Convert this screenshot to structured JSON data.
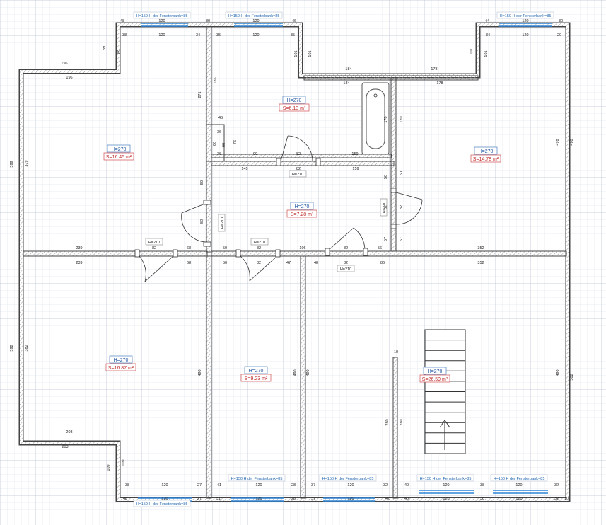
{
  "colors": {
    "grid_minor": "#e3e8ef",
    "grid_major": "#c9d1dc",
    "wall": "#444444",
    "wall_fill": "#ffffff",
    "dimension": "#222222",
    "height_tag_border": "#4a7fc0",
    "height_tag_text": "#2457a3",
    "area_tag_border": "#d05050",
    "area_tag_text": "#c02a2a",
    "window_text": "#1f64b0",
    "window_glass": "#2e86d8"
  },
  "rooms": [
    {
      "id": "room-upper-left",
      "height": "H=270",
      "area": "S=16.45 m²"
    },
    {
      "id": "room-upper-middle",
      "height": "H=270",
      "area": "S=6.13 m²"
    },
    {
      "id": "room-upper-right",
      "height": "H=270",
      "area": "S=14.78 m²"
    },
    {
      "id": "room-corridor",
      "height": "H=270",
      "area": "S=7.28 m²"
    },
    {
      "id": "room-lower-left",
      "height": "H=270",
      "area": "S=16.87 m²"
    },
    {
      "id": "room-lower-middle",
      "height": "H=270",
      "area": "S=9.23 m²"
    },
    {
      "id": "room-lower-right",
      "height": "H=270",
      "area": "S=26.59 m²"
    }
  ],
  "windows": [
    {
      "id": "window-top-1",
      "label": "H=150   H der Fensterbank=85"
    },
    {
      "id": "window-top-2",
      "label": "H=150   H der Fensterbank=85"
    },
    {
      "id": "window-top-3",
      "label": "H=150   H der Fensterbank=85"
    },
    {
      "id": "window-bottom-1",
      "label": "H=150   H der Fensterbank=85"
    },
    {
      "id": "window-bottom-2",
      "label": "H=150   H der Fensterbank=85"
    },
    {
      "id": "window-bottom-3",
      "label": "H=150   H der Fensterbank=85"
    },
    {
      "id": "window-bottom-4",
      "label": "H=150   H der Fensterbank=85"
    },
    {
      "id": "window-bottom-5",
      "label": "H=150   H der Fensterbank=85"
    }
  ],
  "door_tags": [
    {
      "id": "door-tag-1",
      "label": "H=210"
    },
    {
      "id": "door-tag-2",
      "label": "H=210"
    },
    {
      "id": "door-tag-3",
      "label": "H=210"
    },
    {
      "id": "door-tag-4",
      "label": "H=210"
    },
    {
      "id": "door-tag-5",
      "label": "H=210"
    },
    {
      "id": "door-tag-6",
      "label": "H=210"
    }
  ],
  "dimensions": {
    "t1": "48",
    "t2": "120",
    "t3": "80",
    "t4": "120",
    "t5": "46",
    "t6": "44",
    "t7": "120",
    "t8": "30",
    "t9": "38",
    "t10": "120",
    "t11": "34",
    "t12": "35",
    "t13": "120",
    "t14": "35",
    "t15": "34",
    "t16": "120",
    "t17": "20",
    "l1": "89",
    "l2": "89",
    "l3": "196",
    "l4": "196",
    "l5": "101",
    "l6": "101",
    "l7": "101",
    "l8": "101",
    "l9": "184",
    "l10": "178",
    "l11": "184",
    "l12": "178",
    "u1": "271",
    "u2": "185",
    "u3": "46",
    "u4": "76",
    "u5": "36",
    "u6": "66",
    "u7": "36",
    "u8": "99",
    "u9": "82",
    "u10": "159",
    "u11": "66",
    "u12": "399",
    "u13": "379",
    "u14": "470",
    "u15": "490",
    "u16": "170",
    "u17": "170",
    "c1": "145",
    "c2": "82",
    "c3": "159",
    "c4": "50",
    "c5": "50",
    "c6": "82",
    "c7": "82",
    "c8": "57",
    "c9": "57",
    "c10": "82",
    "c11": "50",
    "m1": "239",
    "m2": "82",
    "m3": "68",
    "m4": "50",
    "m5": "82",
    "m6": "106",
    "m7": "82",
    "m8": "56",
    "m9": "352",
    "m10": "239",
    "m11": "68",
    "m12": "50",
    "m13": "82",
    "m14": "47",
    "m15": "48",
    "m16": "82",
    "m17": "86",
    "m18": "352",
    "d1": "392",
    "d2": "382",
    "d3": "490",
    "d4": "490",
    "d5": "490",
    "d6": "490",
    "d7": "502",
    "d8": "10",
    "d9": "280",
    "d10": "280",
    "b1": "203",
    "b2": "203",
    "b3": "109",
    "b4": "109",
    "b5": "38",
    "b6": "120",
    "b7": "27",
    "b8": "41",
    "b9": "120",
    "b10": "28",
    "b11": "37",
    "b12": "120",
    "b13": "32",
    "b14": "40",
    "b15": "120",
    "b16": "38",
    "b17": "120",
    "b18": "32",
    "b19": "48",
    "b20": "120",
    "b21": "27",
    "b22": "51",
    "b23": "120",
    "b24": "28",
    "b25": "37",
    "b26": "120",
    "b27": "42",
    "b28": "40",
    "b29": "120",
    "b30": "38",
    "b31": "120",
    "b32": "32",
    "b33": "10"
  }
}
